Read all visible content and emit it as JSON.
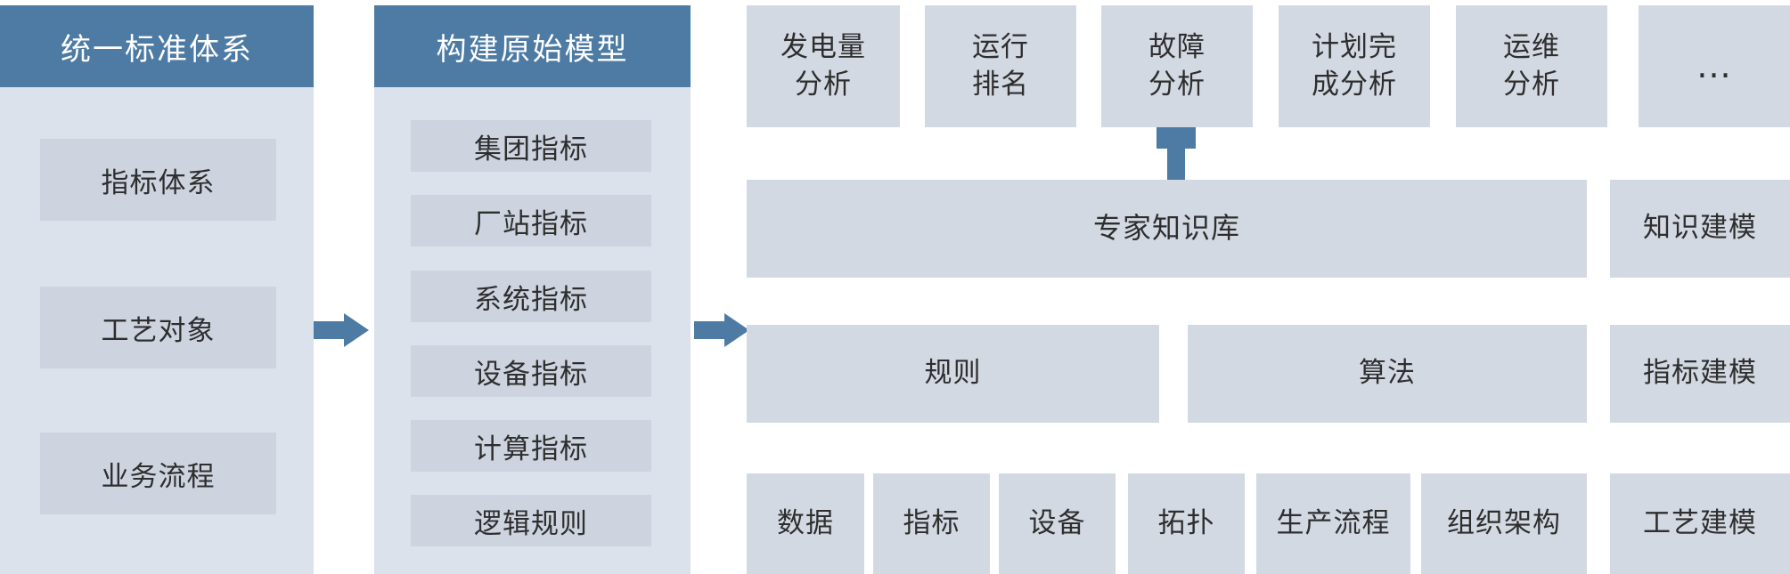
{
  "colors": {
    "accent_blue": "#4d7ba4",
    "column_bg": "#dce2ec",
    "item_bg": "#cdd4e0",
    "panel_bg": "#d3d9e3",
    "text_dark": "#2e2e2e"
  },
  "column1": {
    "header": "统一标准体系",
    "items": [
      "指标体系",
      "工艺对象",
      "业务流程"
    ]
  },
  "column2": {
    "header": "构建原始模型",
    "items": [
      "集团指标",
      "厂站指标",
      "系统指标",
      "设备指标",
      "计算指标",
      "逻辑规则"
    ]
  },
  "right": {
    "apps": [
      "发电量\n分析",
      "运行\n排名",
      "故障\n分析",
      "计划完\n成分析",
      "运维\n分析",
      "..."
    ],
    "expert_knowledge_base": "专家知识库",
    "knowledge_modeling": "知识建模",
    "rules": "规则",
    "algorithms": "算法",
    "indicator_modeling": "指标建模",
    "foundation": [
      "数据",
      "指标",
      "设备",
      "拓扑",
      "生产流程",
      "组织架构"
    ],
    "process_modeling": "工艺建模"
  }
}
